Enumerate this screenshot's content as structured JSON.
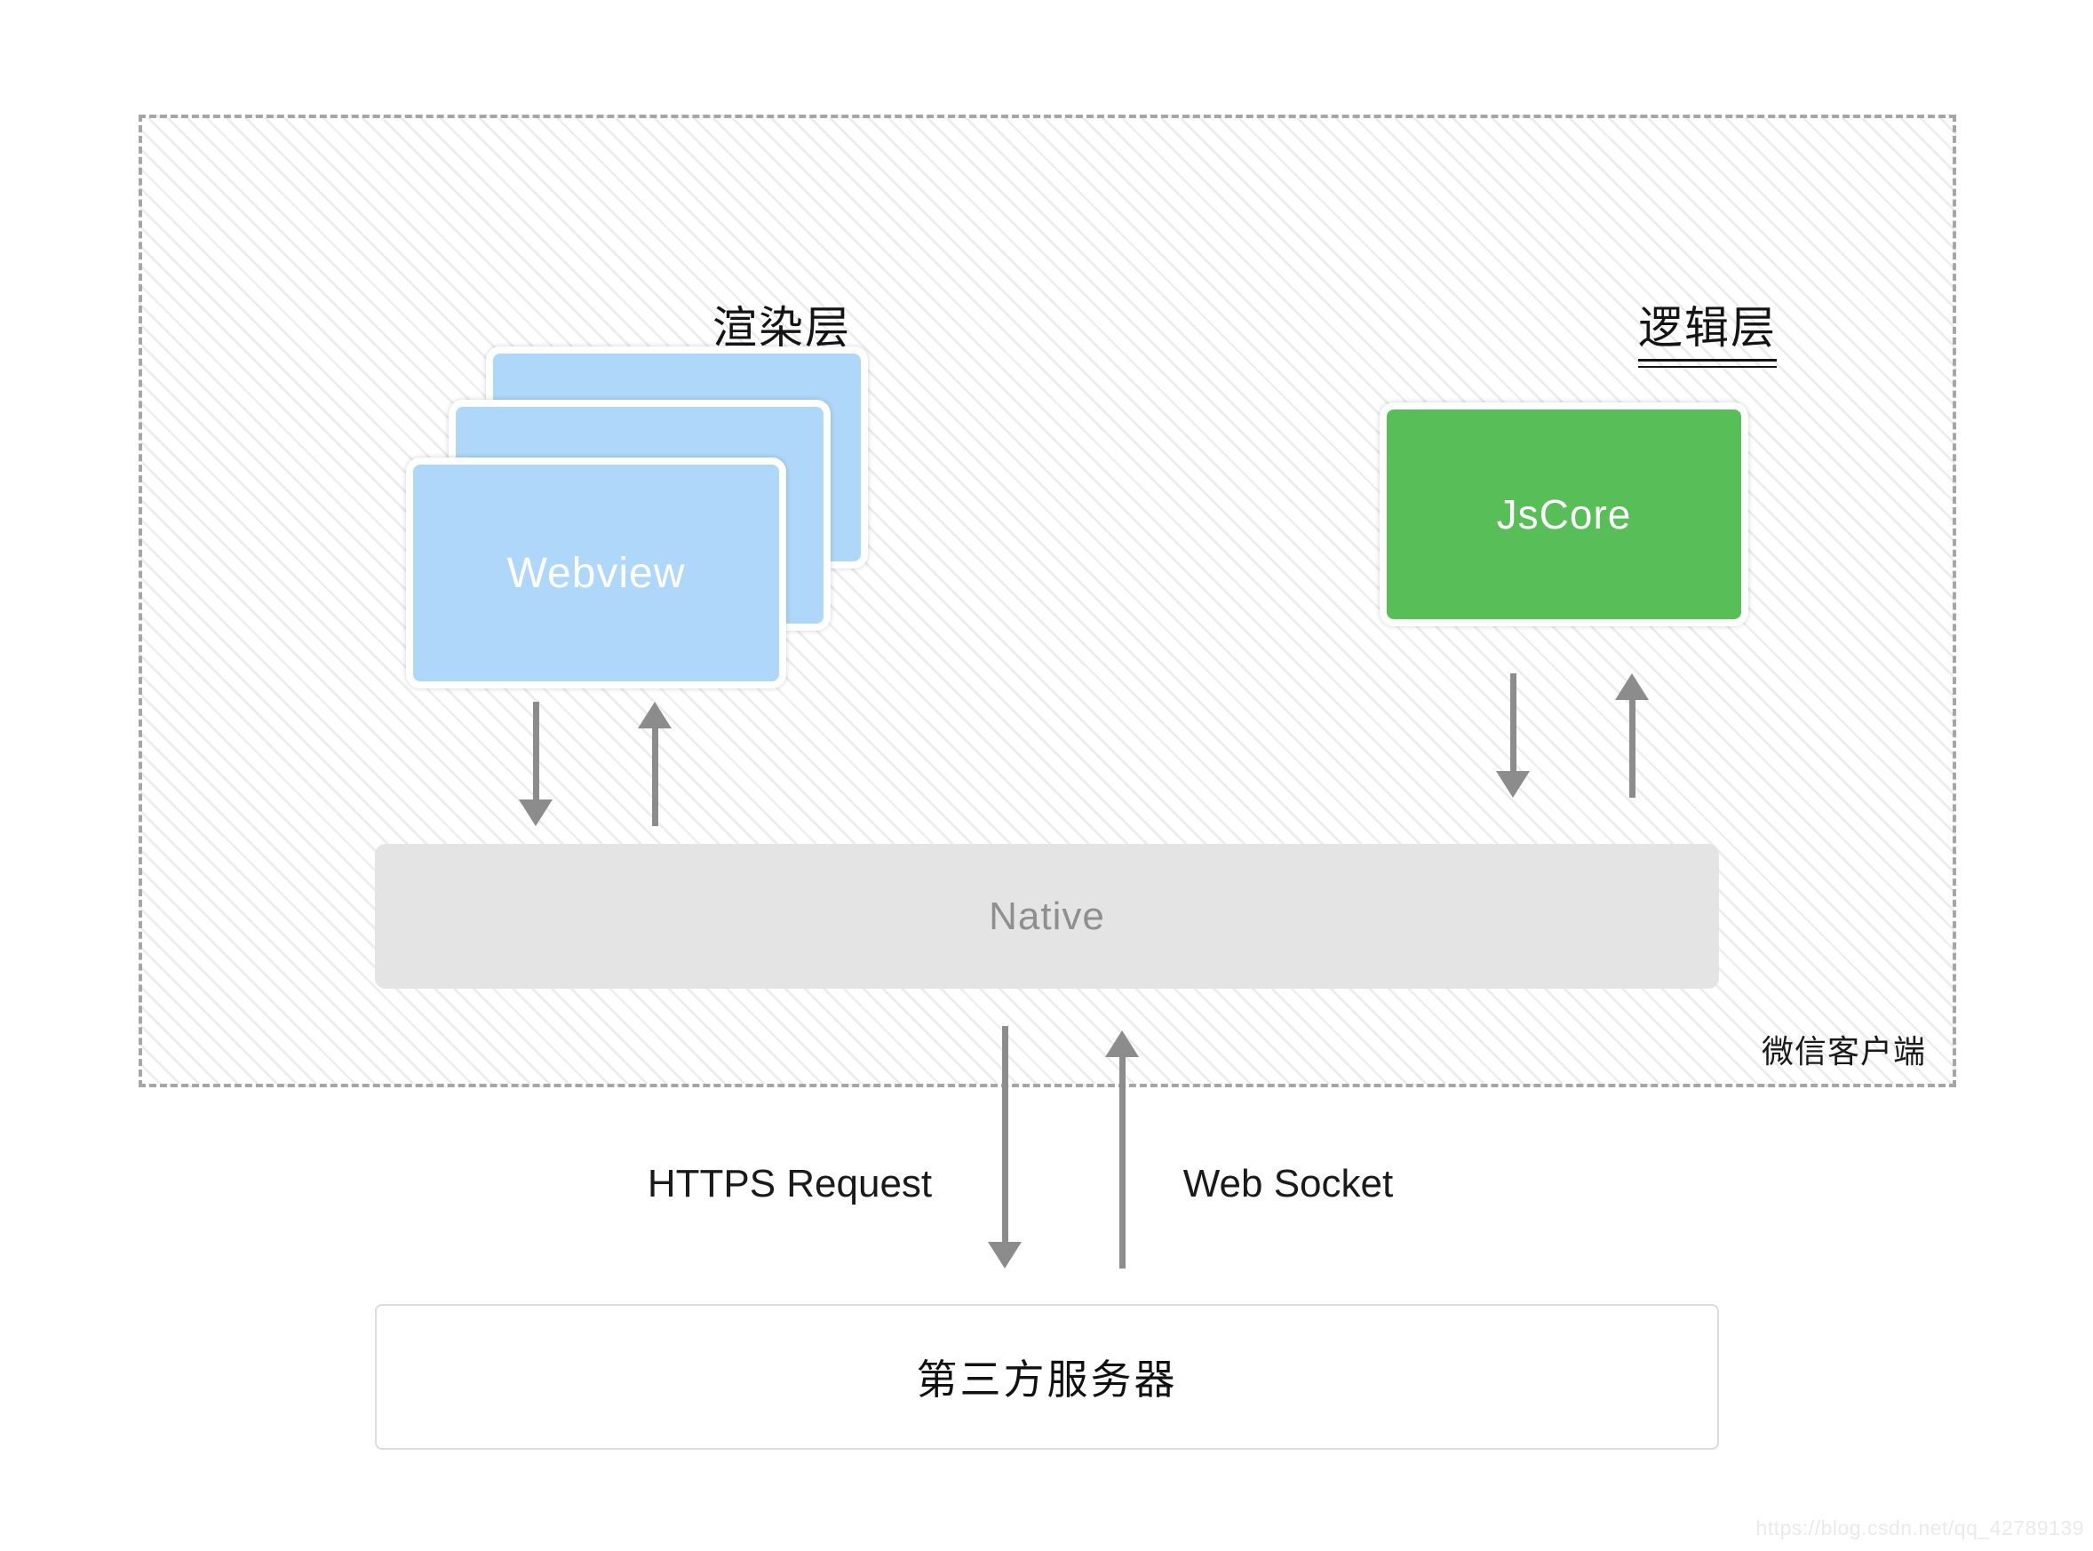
{
  "diagram": {
    "client": {
      "label": "微信客户端"
    },
    "render_layer": {
      "title": "渲染层",
      "webview_label": "Webview"
    },
    "logic_layer": {
      "title": "逻辑层",
      "jscore_label": "JsCore"
    },
    "native": {
      "label": "Native"
    },
    "server": {
      "label": "第三方服务器"
    },
    "links": {
      "https_label": "HTTPS Request",
      "websocket_label": "Web Socket"
    },
    "watermark": "https://blog.csdn.net/qq_42789139",
    "colors": {
      "webview_blue": "#AED7F9",
      "jscore_green": "#57BE58",
      "native_gray": "#E4E4E4",
      "arrow_gray": "#8C8C8C",
      "hatch_gray": "#EBEBEB",
      "dash_border_gray": "#A6A6A6"
    }
  }
}
